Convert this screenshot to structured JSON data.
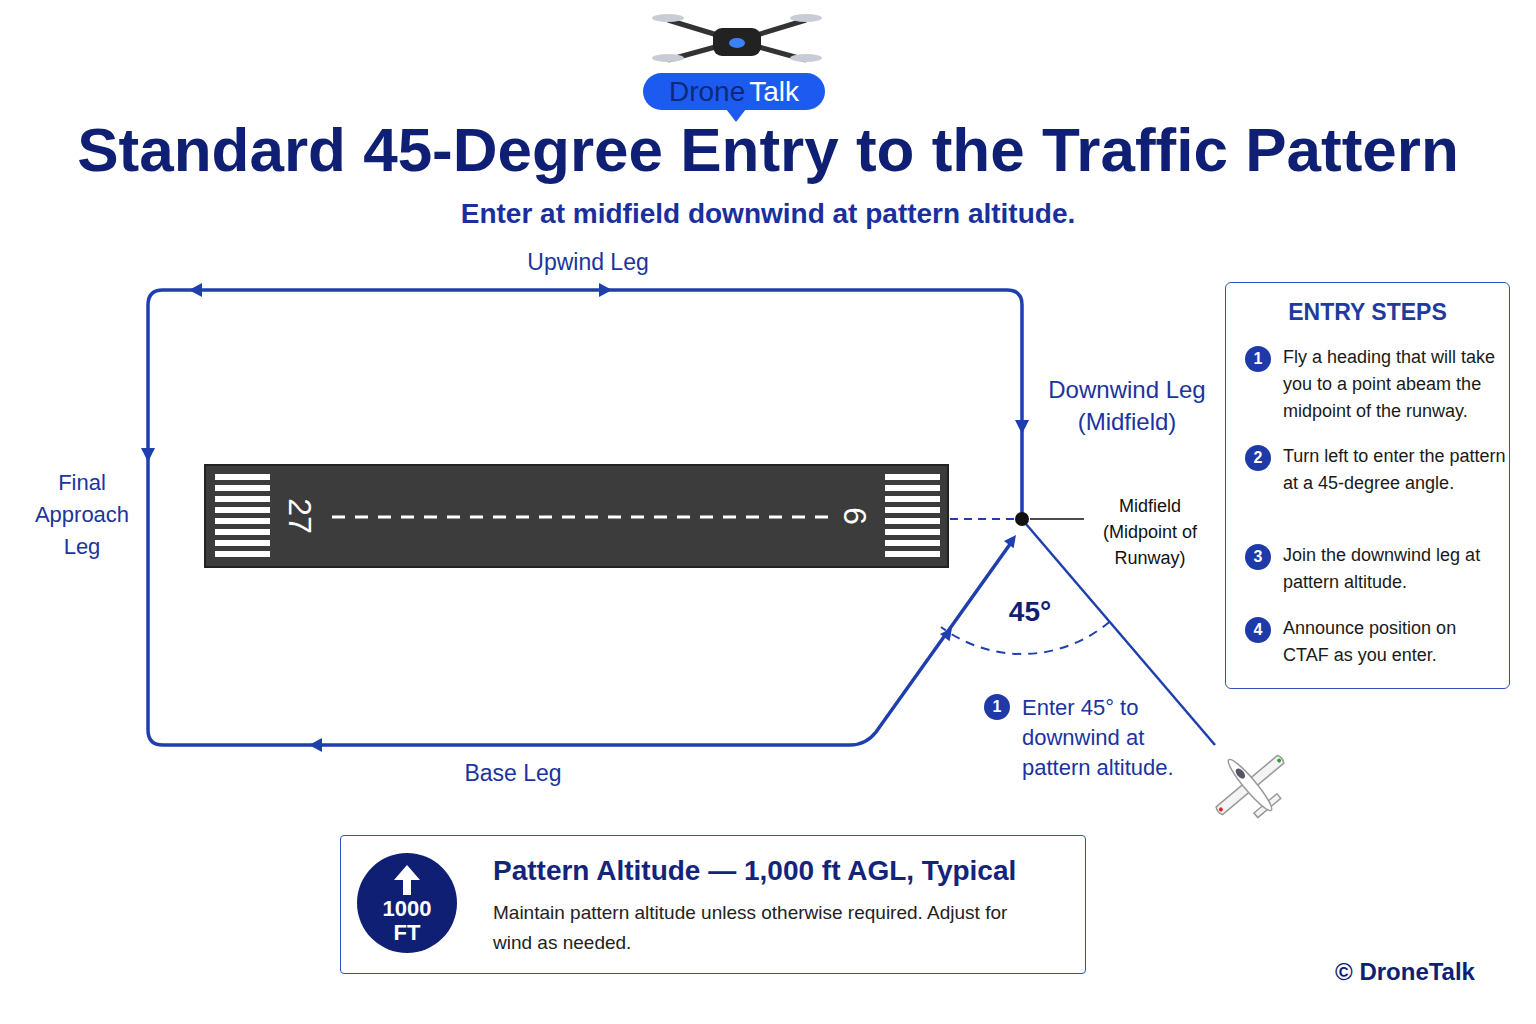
{
  "diagram": {
    "title": "Standard 45-Degree Entry to the Traffic Pattern",
    "nodes": [
      {
        "text": [
          "Drone",
          "Talk"
        ]
      },
      {
        "text": [
          "27",
          "9"
        ]
      },
      {
        "text": [
          "1",
          "Enter 45° to downwind at pattern altitude."
        ]
      },
      {
        "text": [
          "ENTRY STEPS"
        ]
      },
      {
        "text": [
          "1",
          "Fly a heading that will take you to a point abeam the midpoint of the runway."
        ],
        "in": 3
      },
      {
        "text": [
          "2",
          "Turn left to enter the pattern at a 45-degree angle."
        ],
        "in": 3
      },
      {
        "text": [
          "3",
          "Join the downwind leg at pattern altitude."
        ],
        "in": 3
      },
      {
        "text": [
          "4",
          "Announce position on CTAF as you enter."
        ],
        "in": 3
      },
      {
        "text": [
          "Pattern Altitude — 1,000 ft AGL, Typical",
          "Maintain pattern altitude unless otherwise required. Adjust for wind as needed."
        ]
      },
      {
        "text": [
          "1000 FT"
        ],
        "in": 8
      }
    ],
    "labels": [
      "Enter at midfield downwind at pattern altitude.",
      "Upwind Leg",
      "Downwind Leg (Midfield)",
      "Final Approach Leg",
      "Base Leg",
      "Midfield (Midpoint of Runway)",
      "45°",
      "© DroneTalk"
    ]
  }
}
